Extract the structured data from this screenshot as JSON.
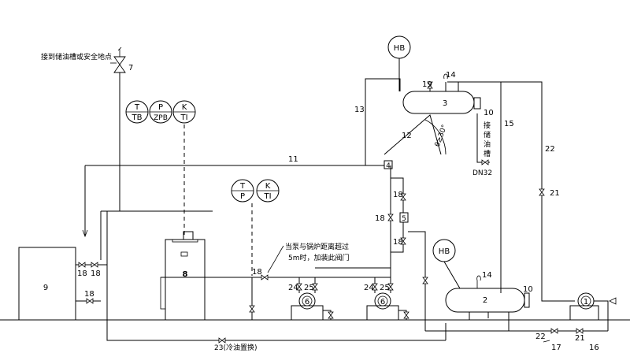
{
  "notes": {
    "vent_to_tank": "接到储油槽或安全地点",
    "pump_note_line1": "当泵与锅炉距离超过",
    "pump_note_line2": "5m时，加装此阀门",
    "drain_to_tank": [
      "接",
      "储",
      "油",
      "槽"
    ],
    "cold_oil_replace": "23(冷油置换)"
  },
  "angle_label": "θ≥30°",
  "pipe_size": "DN32",
  "instruments": {
    "boiler_top": {
      "top": [
        "T",
        "P",
        "K"
      ],
      "bottom": [
        "TB",
        "ZPB",
        "TI"
      ]
    },
    "boiler_outlet": {
      "top": [
        "T",
        "K"
      ],
      "bottom": [
        "P",
        "TI"
      ]
    },
    "hb_expansion": "HB",
    "hb_storage": "HB"
  },
  "equipment": {
    "exp_tank": "3",
    "storage_tank": "2",
    "boiler": "8",
    "pump_left": "6",
    "pump_right": "6",
    "filler_pump": "1",
    "user_box": "9",
    "separator": "5",
    "block4": "4"
  },
  "labels": {
    "l7": "7",
    "l11": "11",
    "l12": "12",
    "l13": "13",
    "l14a": "14",
    "l14b": "14",
    "l15": "15",
    "l16": "16",
    "l17": "17",
    "l19": "19",
    "l10a": "10",
    "l10b": "10",
    "l21a": "21",
    "l21b": "21",
    "l22a": "22",
    "l22b": "22",
    "l18a": "18",
    "l18b": "18",
    "l18c": "18",
    "l18d": "18",
    "l18e": "18",
    "l18f": "18",
    "l18g": "18",
    "l24a": "24",
    "l24b": "24",
    "l25a": "25",
    "l25b": "25"
  }
}
